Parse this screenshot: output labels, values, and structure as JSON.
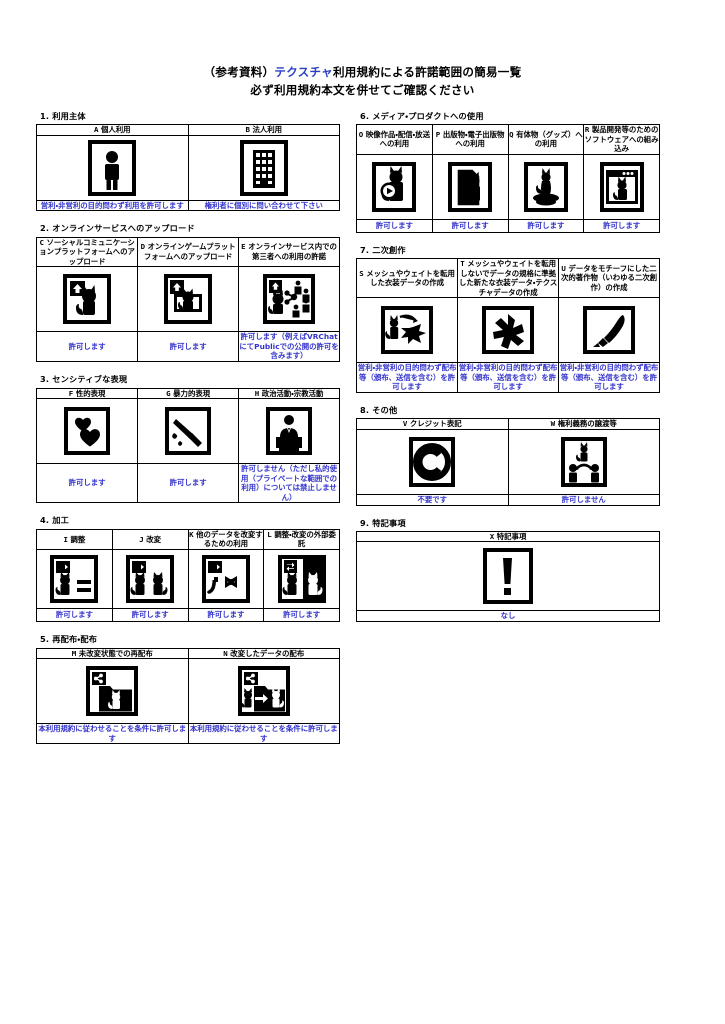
{
  "title": {
    "line1_prefix": "（参考資料）",
    "line1_accent": "テクスチャ",
    "line1_suffix": "利用規約による許諾範囲の簡易一覧",
    "line2": "必ず利用規約本文を併せてご確認ください"
  },
  "sections": [
    {
      "number": "1.",
      "name": "利用主体",
      "heading": "1. 利用主体",
      "items": [
        {
          "letter": "A",
          "label": "個人利用",
          "icon": "person-icon",
          "permission": "営利・非営利の目的問わず利用を許可します"
        },
        {
          "letter": "B",
          "label": "法人利用",
          "icon": "building-icon",
          "permission": "権利者に個別に問い合わせて下さい"
        }
      ]
    },
    {
      "number": "2.",
      "name": "オンラインサービスへのアップロード",
      "heading": "2. オンラインサービスへのアップロード",
      "items": [
        {
          "letter": "C",
          "label": "ソーシャルコミュニケーションプラットフォームへのアップロード",
          "icon": "upload-cat-icon",
          "permission": "許可します"
        },
        {
          "letter": "D",
          "label": "オンラインゲームプラットフォームへのアップロード",
          "icon": "upload-cat-monitor-icon",
          "permission": "許可します"
        },
        {
          "letter": "E",
          "label": "オンラインサービス内での第三者への利用の許諾",
          "icon": "share-cat-people-icon",
          "permission": "許可します（例えばVRChatにてPublicでの公開の許可を含みます）"
        }
      ]
    },
    {
      "number": "3.",
      "name": "センシティブな表現",
      "heading": "3. センシティブな表現",
      "items": [
        {
          "letter": "F",
          "label": "性的表現",
          "icon": "hearts-icon",
          "permission": "許可します"
        },
        {
          "letter": "G",
          "label": "暴力的表現",
          "icon": "knife-icon",
          "permission": "許可します"
        },
        {
          "letter": "H",
          "label": "政治活動・宗教活動",
          "icon": "podium-speaker-icon",
          "permission": "許可しません（ただし私的使用（プライベートな範囲での利用）については禁止しません）"
        }
      ]
    },
    {
      "number": "4.",
      "name": "加工",
      "heading": "4. 加工",
      "items": [
        {
          "letter": "I",
          "label": "調整",
          "icon": "arrow-cat-equals-icon",
          "permission": "許可します"
        },
        {
          "letter": "J",
          "label": "改変",
          "icon": "arrow-cat-cat-icon",
          "permission": "許可します"
        },
        {
          "letter": "K",
          "label": "他のデータを改変するための利用",
          "icon": "arrow-cat-ribbon-icon",
          "permission": "許可します"
        },
        {
          "letter": "L",
          "label": "調整・改変の外部委託",
          "icon": "transfer-cat-icon",
          "permission": "許可します"
        }
      ]
    },
    {
      "number": "5.",
      "name": "再配布・配布",
      "heading": "5. 再配布・配布",
      "items": [
        {
          "letter": "M",
          "label": "未改変状態での再配布",
          "icon": "share-folder-cat-icon",
          "permission": "本利用規約に従わせることを条件に許可します"
        },
        {
          "letter": "N",
          "label": "改変したデータの配布",
          "icon": "share-folder-cat-modified-icon",
          "permission": "本利用規約に従わせることを条件に許可します"
        }
      ]
    },
    {
      "number": "6.",
      "name": "メディア・プロダクトへの使用",
      "heading": "6. メディア・プロダクトへの使用",
      "items": [
        {
          "letter": "O",
          "label": "映像作品・配信・放送への利用",
          "icon": "video-play-cat-icon",
          "permission": "許可します"
        },
        {
          "letter": "P",
          "label": "出版物・電子出版物への利用",
          "icon": "document-cat-icon",
          "permission": "許可します"
        },
        {
          "letter": "Q",
          "label": "有体物（グッズ）への利用",
          "icon": "goods-cat-statue-icon",
          "permission": "許可します"
        },
        {
          "letter": "R",
          "label": "製品開発等のためのソフトウェアへの組み込み",
          "icon": "window-cat-icon",
          "permission": "許可します"
        }
      ]
    },
    {
      "number": "7.",
      "name": "二次創作",
      "heading": "7. 二次創作",
      "items": [
        {
          "letter": "S",
          "label": "メッシュやウェイトを転用した衣装データの作成",
          "icon": "cat-mesh-reuse-icon",
          "permission": "営利・非営利の目的問わず配布等（頒布、送信を含む）を許可します"
        },
        {
          "letter": "T",
          "label": "メッシュやウェイトを転用しないでデータの規格に準拠した新たな衣装データ・テクスチャデータの作成",
          "icon": "mesh-fragments-icon",
          "permission": "営利・非営利の目的問わず配布等（頒布、送信を含む）を許可します"
        },
        {
          "letter": "U",
          "label": "データをモチーフにした二次的著作物（いわゆる二次創作）の作成",
          "icon": "paintbrush-icon",
          "permission": "営利・非営利の目的問わず配布等（頒布、送信を含む）を許可します"
        }
      ]
    },
    {
      "number": "8.",
      "name": "その他",
      "heading": "8. その他",
      "items": [
        {
          "letter": "V",
          "label": "クレジット表記",
          "icon": "copyright-icon",
          "permission": "不要です"
        },
        {
          "letter": "W",
          "label": "権利義務の譲渡等",
          "icon": "rights-transfer-icon",
          "permission": "許可しません"
        }
      ]
    },
    {
      "number": "9.",
      "name": "特記事項",
      "heading": "9. 特記事項",
      "items": [
        {
          "letter": "X",
          "label": "特記事項",
          "icon": "exclamation-icon",
          "permission": "なし"
        }
      ]
    }
  ],
  "colors": {
    "accent_blue": "#2a3ec4",
    "permission_blue": "#3333cc",
    "border": "#000000",
    "background": "#ffffff"
  }
}
